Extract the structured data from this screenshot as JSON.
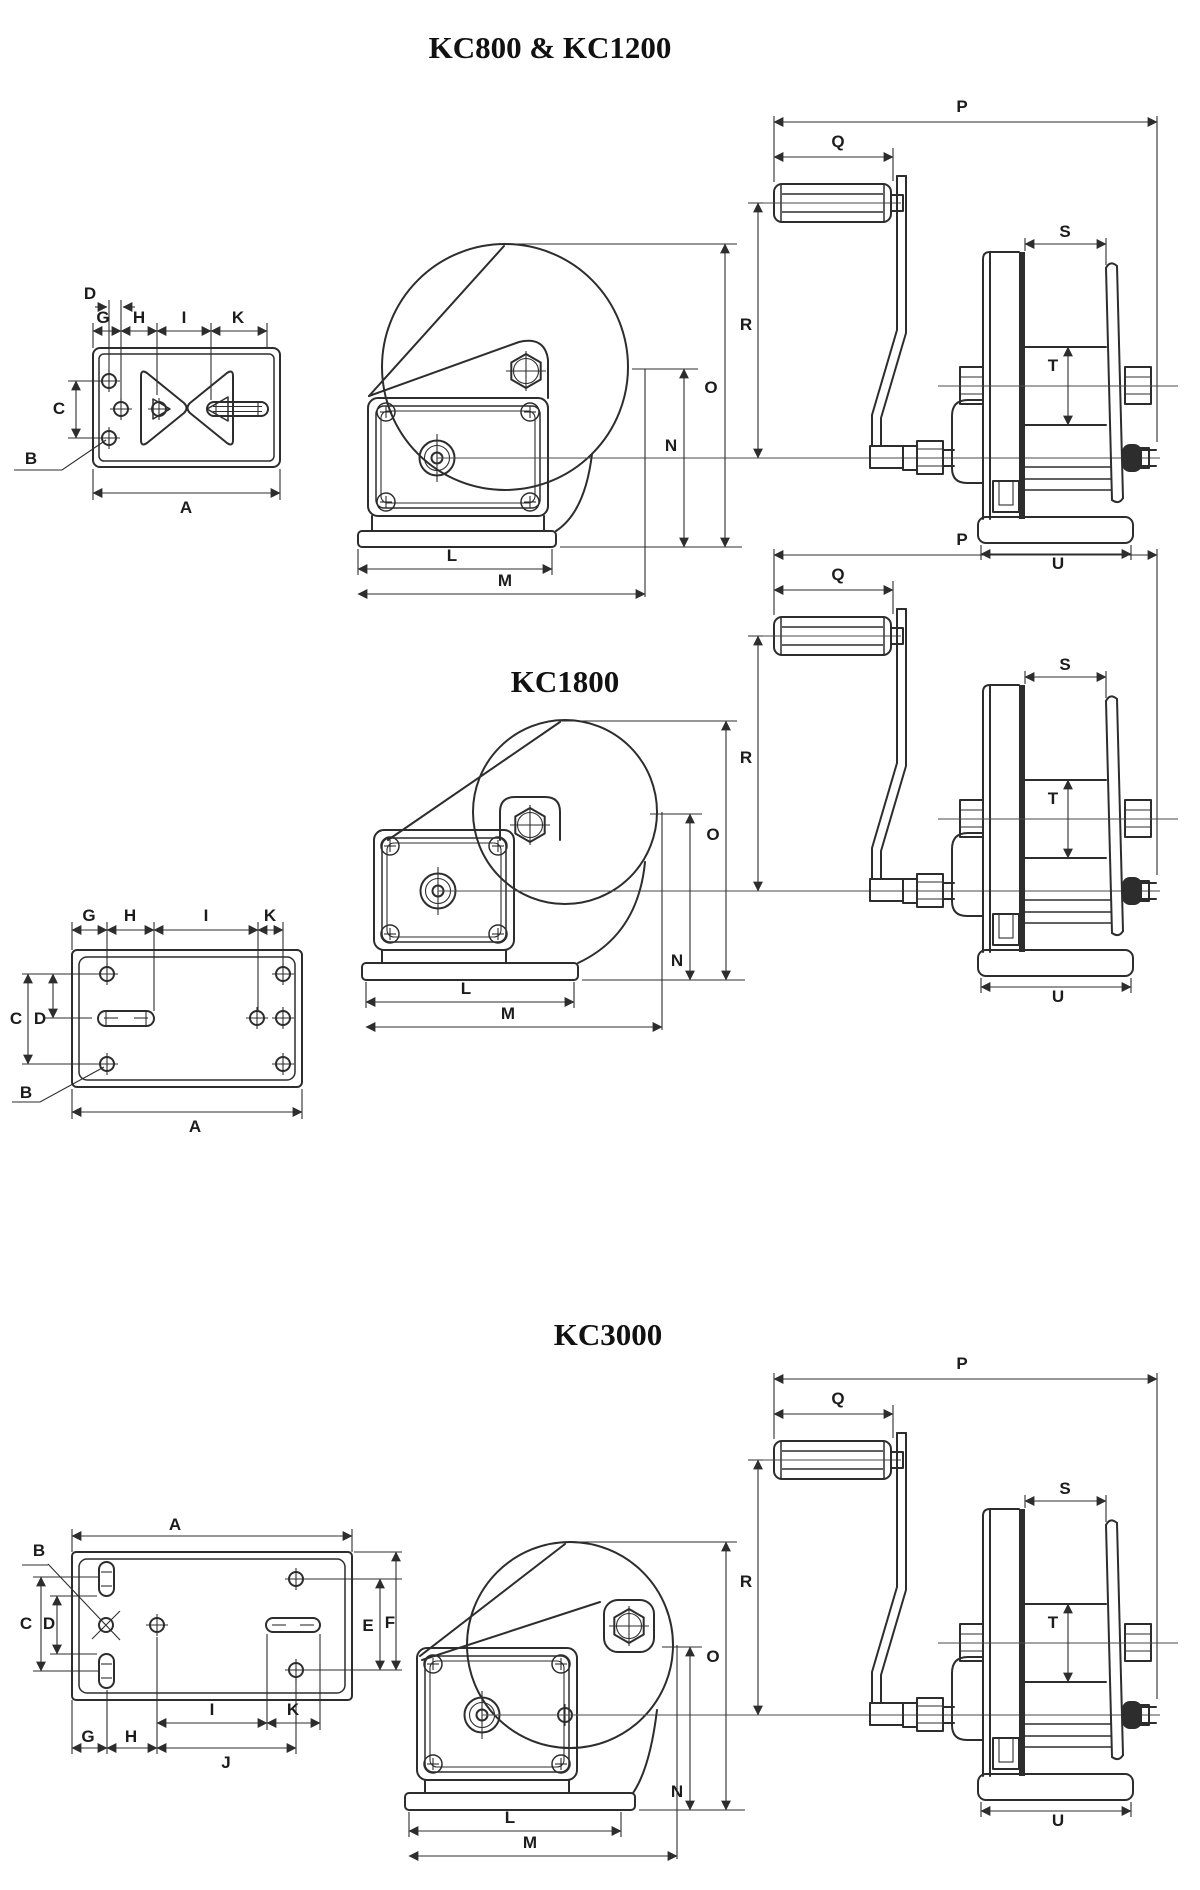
{
  "drawing": {
    "colors": {
      "line": "#2d2d2d",
      "label": "#1c1c1c",
      "background": "#ffffff"
    },
    "sections": [
      {
        "id": "kc800-kc1200",
        "title": "KC800 & KC1200",
        "dims": {
          "A": "A",
          "B": "B",
          "C": "C",
          "D": "D",
          "G": "G",
          "H": "H",
          "I": "I",
          "K": "K",
          "L": "L",
          "M": "M",
          "N": "N",
          "O": "O",
          "P": "P",
          "Q": "Q",
          "R": "R",
          "S": "S",
          "T": "T",
          "U": "U"
        }
      },
      {
        "id": "kc1800",
        "title": "KC1800",
        "dims": {
          "A": "A",
          "B": "B",
          "C": "C",
          "D": "D",
          "G": "G",
          "H": "H",
          "I": "I",
          "K": "K",
          "L": "L",
          "M": "M",
          "N": "N",
          "O": "O",
          "P": "P",
          "Q": "Q",
          "R": "R",
          "S": "S",
          "T": "T",
          "U": "U"
        }
      },
      {
        "id": "kc3000",
        "title": "KC3000",
        "dims": {
          "A": "A",
          "B": "B",
          "C": "C",
          "D": "D",
          "E": "E",
          "F": "F",
          "G": "G",
          "H": "H",
          "I": "I",
          "J": "J",
          "K": "K",
          "L": "L",
          "M": "M",
          "N": "N",
          "O": "O",
          "P": "P",
          "Q": "Q",
          "R": "R",
          "S": "S",
          "T": "T",
          "U": "U"
        }
      }
    ]
  }
}
